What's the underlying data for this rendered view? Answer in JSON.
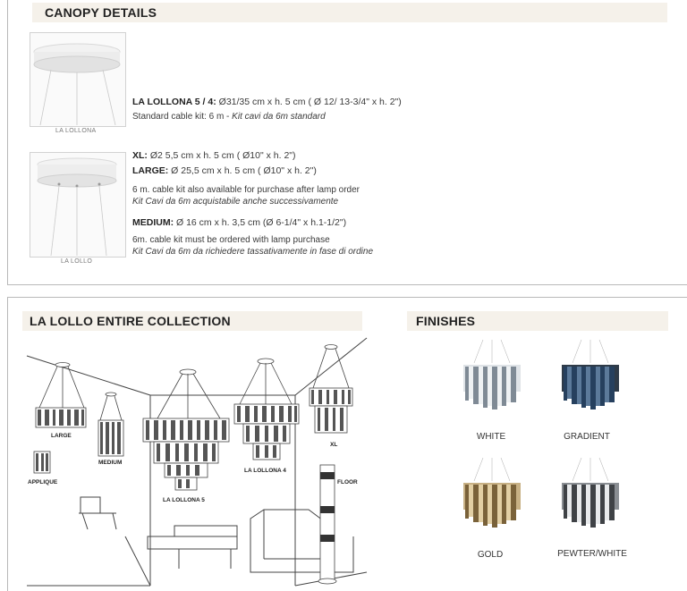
{
  "canopy": {
    "header": "CANOPY DETAILS",
    "lollona_caption": "LA LOLLONA",
    "lollo_caption": "LA LOLLO",
    "lollona": {
      "name": "LA LOLLONA 5 / 4:",
      "dims": "Ø31/35 cm x h. 5 cm ( Ø 12/ 13-3/4\" x h. 2\")",
      "cable": "Standard cable kit: 6 m - ",
      "cable_it": "Kit cavi da 6m standard"
    },
    "lollo": {
      "xl_name": "XL:",
      "xl_dims": "Ø2 5,5 cm x h. 5 cm ( Ø10\" x h. 2\")",
      "large_name": "LARGE:",
      "large_dims": "Ø 25,5 cm x h. 5 cm ( Ø10\" x h. 2\")",
      "note1": "6 m. cable kit also available for purchase after lamp order",
      "note1_it": "Kit Cavi da 6m acquistabile anche successivamente",
      "medium_name": "MEDIUM:",
      "medium_dims": "Ø 16 cm x h. 3,5 cm (Ø 6-1/4\" x h.1-1/2\")",
      "note2": "6m. cable kit must be ordered  with lamp purchase",
      "note2_it": "Kit Cavi da 6m da richiedere tassativamente  in fase di ordine"
    }
  },
  "collection": {
    "header": "LA LOLLO ENTIRE COLLECTION",
    "labels": {
      "large": "LARGE",
      "medium": "MEDIUM",
      "applique": "APPLIQUE",
      "lollona5": "LA LOLLONA 5",
      "lollona4": "LA LOLLONA 4",
      "xl": "XL",
      "floor": "FLOOR"
    }
  },
  "finishes": {
    "header": "FINISHES",
    "items": [
      {
        "label": "WHITE",
        "color": "#cfd6dc"
      },
      {
        "label": "GRADIENT",
        "color": "#3d5a78"
      },
      {
        "label": "GOLD",
        "color": "#b89a5e"
      },
      {
        "label": "PEWTER/WHITE",
        "color": "#5e6166"
      }
    ]
  }
}
